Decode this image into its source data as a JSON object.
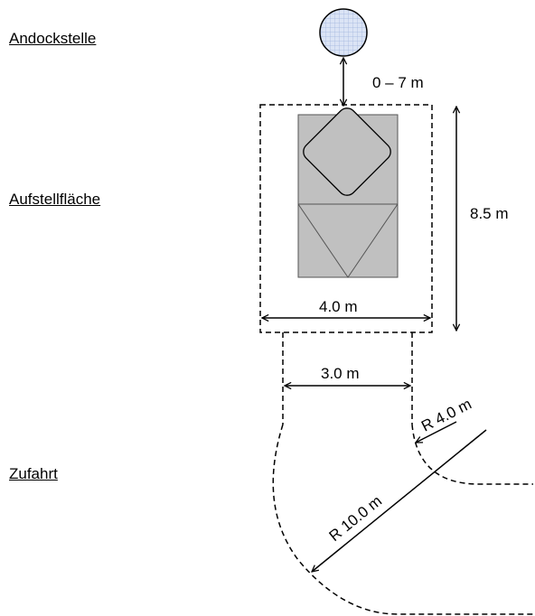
{
  "labels": {
    "andockstelle": "Andockstelle",
    "aufstellflaeche": "Aufstellfläche",
    "zufahrt": "Zufahrt"
  },
  "dimensions": {
    "dock_distance": "0 – 7 m",
    "pad_length": "8.5 m",
    "pad_width": "4.0 m",
    "access_width": "3.0 m",
    "inner_radius": "R 4.0 m",
    "outer_radius": "R 10.0 m"
  },
  "colors": {
    "vehicle_fill": "#c0c0c0",
    "grid_fill": "#dbe4f5",
    "grid_line": "#9fb3dc"
  }
}
